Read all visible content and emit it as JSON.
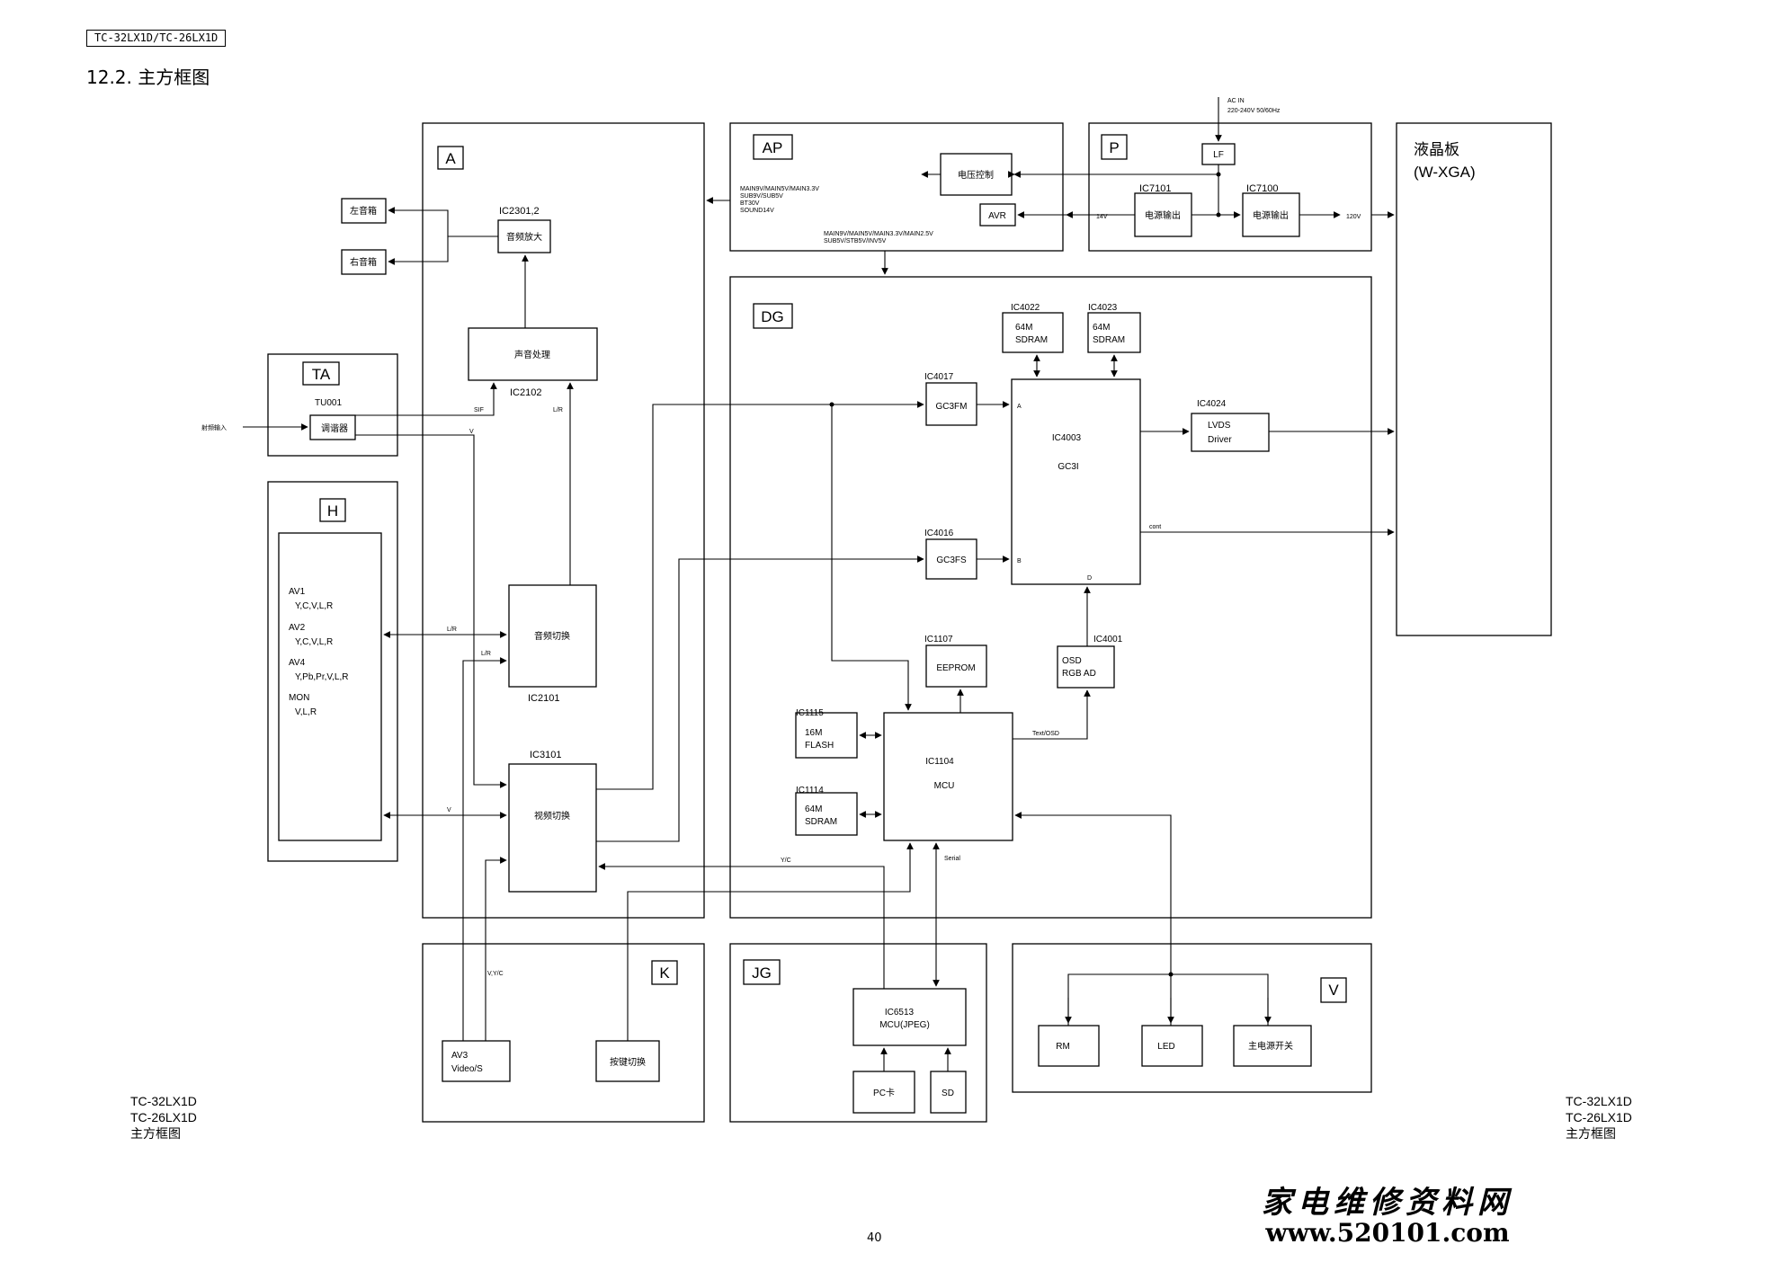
{
  "header": {
    "model_tag": "TC-32LX1D/TC-26LX1D",
    "title": "12.2.  主方框图"
  },
  "boards": {
    "A": "A",
    "AP": "AP",
    "P": "P",
    "TA": "TA",
    "H": "H",
    "DG": "DG",
    "K": "K",
    "JG": "JG",
    "V": "V"
  },
  "lcd_panel": {
    "line1": "液晶板",
    "line2": "(W-XGA)"
  },
  "board_A": {
    "left_speaker": "左音箱",
    "right_speaker": "右音箱",
    "ic2301_label": "IC2301,2",
    "amp": "音频放大",
    "sound_proc": "声音处理",
    "ic2102_label": "IC2102",
    "audio_switch": "音频切换",
    "ic2101_label": "IC2101",
    "ic3101_label": "IC3101",
    "video_switch": "视频切换"
  },
  "board_AP": {
    "voltage_ctrl": "电压控制",
    "avr": "AVR",
    "rails_left": [
      "MAIN9V/MAIN5V/MAIN3.3V",
      "SUB9V/SUB5V",
      "BT30V",
      "SOUND14V"
    ],
    "rails_bottom": [
      "MAIN9V/MAIN5V/MAIN3.3V/MAIN2.5V",
      "SUB5V/STB5V/INV5V"
    ]
  },
  "board_P": {
    "ac_in": "AC IN",
    "ac_spec": "220-240V 50/60Hz",
    "lf": "LF",
    "ic7101_label": "IC7101",
    "power_out_1": "电源输出",
    "ic7100_label": "IC7100",
    "power_out_2": "电源输出",
    "v14": "14V",
    "v120": "120V"
  },
  "board_TA": {
    "tu001_label": "TU001",
    "tuner": "调谐器",
    "rf_in": "射频输入"
  },
  "board_H": {
    "inputs": [
      {
        "name": "AV1",
        "signals": "Y,C,V,L,R"
      },
      {
        "name": "AV2",
        "signals": "Y,C,V,L,R"
      },
      {
        "name": "AV4",
        "signals": "Y,Pb,Pr,V,L,R"
      },
      {
        "name": "MON",
        "signals": "V,L,R"
      }
    ]
  },
  "board_DG": {
    "ic4022_label": "IC4022",
    "ic4022_l1": "64M",
    "ic4022_l2": "SDRAM",
    "ic4023_label": "IC4023",
    "ic4023_l1": "64M",
    "ic4023_l2": "SDRAM",
    "ic4017_label": "IC4017",
    "gc3fm": "GC3FM",
    "ic4016_label": "IC4016",
    "gc3fs": "GC3FS",
    "ic4003_label": "IC4003",
    "gc3i": "GC3I",
    "port_a": "A",
    "port_b": "B",
    "port_d": "D",
    "ic4024_label": "IC4024",
    "lvds_l1": "LVDS",
    "lvds_l2": "Driver",
    "cont": "cont",
    "ic1107_label": "IC1107",
    "eeprom": "EEPROM",
    "ic4001_label": "IC4001",
    "osd_l1": "OSD",
    "osd_l2": "RGB AD",
    "ic1115_label": "IC1115",
    "flash_l1": "16M",
    "flash_l2": "FLASH",
    "ic1104_label": "IC1104",
    "mcu": "MCU",
    "ic1114_label": "IC1114",
    "sdram_l1": "64M",
    "sdram_l2": "SDRAM",
    "text_osd": "Text/OSD"
  },
  "signals": {
    "sif": "SIF",
    "v": "V",
    "lr": "L/R",
    "yc": "Y/C",
    "serial": "Serial",
    "vyc": "V,Y/C"
  },
  "board_K": {
    "av3_l1": "AV3",
    "av3_l2": "Video/S",
    "key_switch": "按键切换"
  },
  "board_JG": {
    "ic6513_label": "IC6513",
    "mcu_jpeg": "MCU(JPEG)",
    "pc_card": "PC卡",
    "sd": "SD"
  },
  "board_V": {
    "rm": "RM",
    "led": "LED",
    "power_switch": "主电源开关"
  },
  "footer": {
    "left": [
      "TC-32LX1D",
      "TC-26LX1D",
      "主方框图"
    ],
    "right": [
      "TC-32LX1D",
      "TC-26LX1D",
      "主方框图"
    ],
    "page_number": "40"
  },
  "watermark": {
    "cn": "家电维修资料网",
    "url": "www.520101.com"
  }
}
